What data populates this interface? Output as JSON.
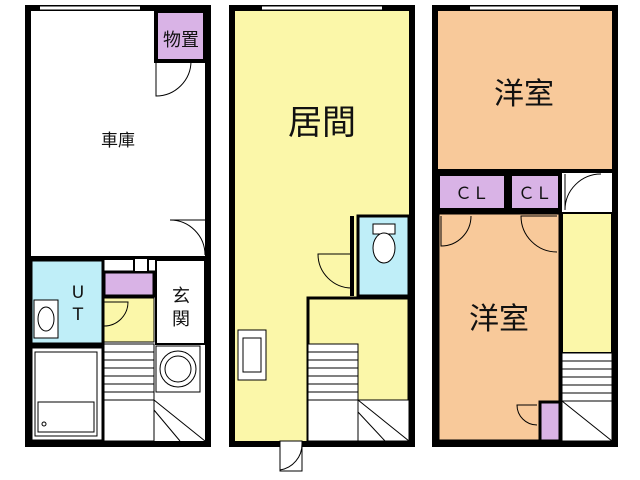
{
  "floors": [
    {
      "rooms": {
        "storage": "物置",
        "garage": "車庫",
        "ut_u": "U",
        "ut_t": "T",
        "entrance_1": "玄",
        "entrance_2": "関"
      }
    },
    {
      "rooms": {
        "living": "居間"
      }
    },
    {
      "rooms": {
        "western_top": "洋室",
        "closet_left": "ＣＬ",
        "closet_right": "ＣＬ",
        "western_bottom": "洋室"
      }
    }
  ],
  "colors": {
    "wall": "#000000",
    "storage": "#d9b3e6",
    "garage": "#ffffff",
    "wet_area": "#bfeef8",
    "yellow": "#fbf7a9",
    "orange": "#f8c99a",
    "closet": "#d9b3e6",
    "stairs": "#ffffff"
  }
}
